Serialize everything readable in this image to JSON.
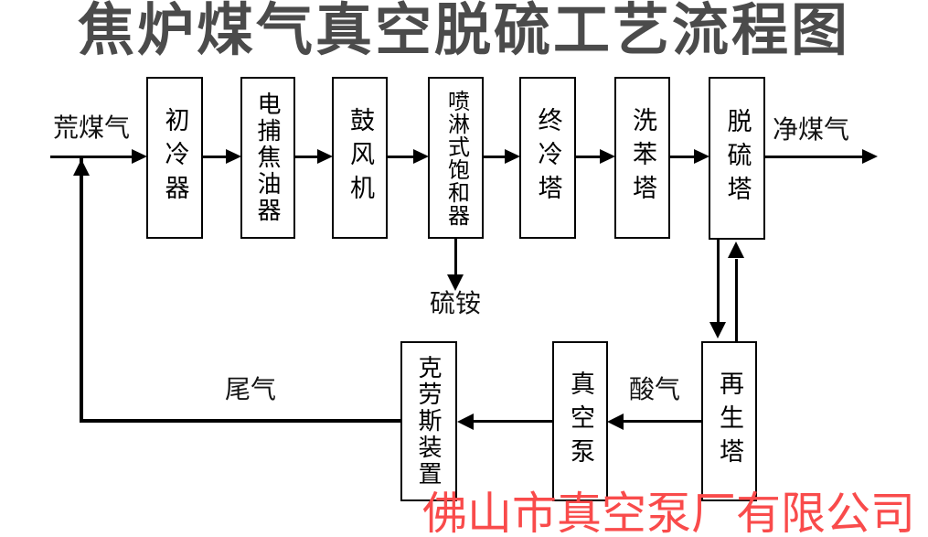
{
  "title": "焦炉煤气真空脱硫工艺流程图",
  "watermark": "佛山市真空泵厂有限公司",
  "diagram": {
    "nodes": [
      {
        "id": "primary-cooler",
        "label": "初冷器"
      },
      {
        "id": "electric-tar-precipitator",
        "label": "电捕焦油器"
      },
      {
        "id": "blower",
        "label": "鼓风机"
      },
      {
        "id": "spray-saturator",
        "label": "喷淋式饱和器"
      },
      {
        "id": "final-cooling-tower",
        "label": "终冷塔"
      },
      {
        "id": "benzene-scrubber-tower",
        "label": "洗苯塔"
      },
      {
        "id": "desulfurization-tower",
        "label": "脱硫塔"
      },
      {
        "id": "claus-unit",
        "label": "克劳斯装置"
      },
      {
        "id": "vacuum-pump",
        "label": "真空泵"
      },
      {
        "id": "regeneration-tower",
        "label": "再生塔"
      }
    ],
    "streams": {
      "raw_gas": "荒煤气",
      "clean_gas": "净煤气",
      "ammonium_sulfate": "硫铵",
      "acid_gas": "酸气",
      "tail_gas": "尾气"
    },
    "edges": [
      {
        "from": "荒煤气",
        "to": "初冷器"
      },
      {
        "from": "初冷器",
        "to": "电捕焦油器"
      },
      {
        "from": "电捕焦油器",
        "to": "鼓风机"
      },
      {
        "from": "鼓风机",
        "to": "喷淋式饱和器"
      },
      {
        "from": "喷淋式饱和器",
        "to": "终冷塔"
      },
      {
        "from": "喷淋式饱和器",
        "to": "硫铵"
      },
      {
        "from": "终冷塔",
        "to": "洗苯塔"
      },
      {
        "from": "洗苯塔",
        "to": "脱硫塔"
      },
      {
        "from": "脱硫塔",
        "to": "净煤气"
      },
      {
        "from": "脱硫塔",
        "to": "再生塔"
      },
      {
        "from": "再生塔",
        "to": "脱硫塔"
      },
      {
        "from": "再生塔",
        "to": "真空泵",
        "label": "酸气"
      },
      {
        "from": "真空泵",
        "to": "克劳斯装置"
      },
      {
        "from": "克劳斯装置",
        "to": "荒煤气管线",
        "label": "尾气"
      }
    ],
    "colors": {
      "line": "#000000",
      "title_text": "#4b4b4b",
      "watermark_text": "#f94b4b",
      "background": "#ffffff"
    }
  }
}
